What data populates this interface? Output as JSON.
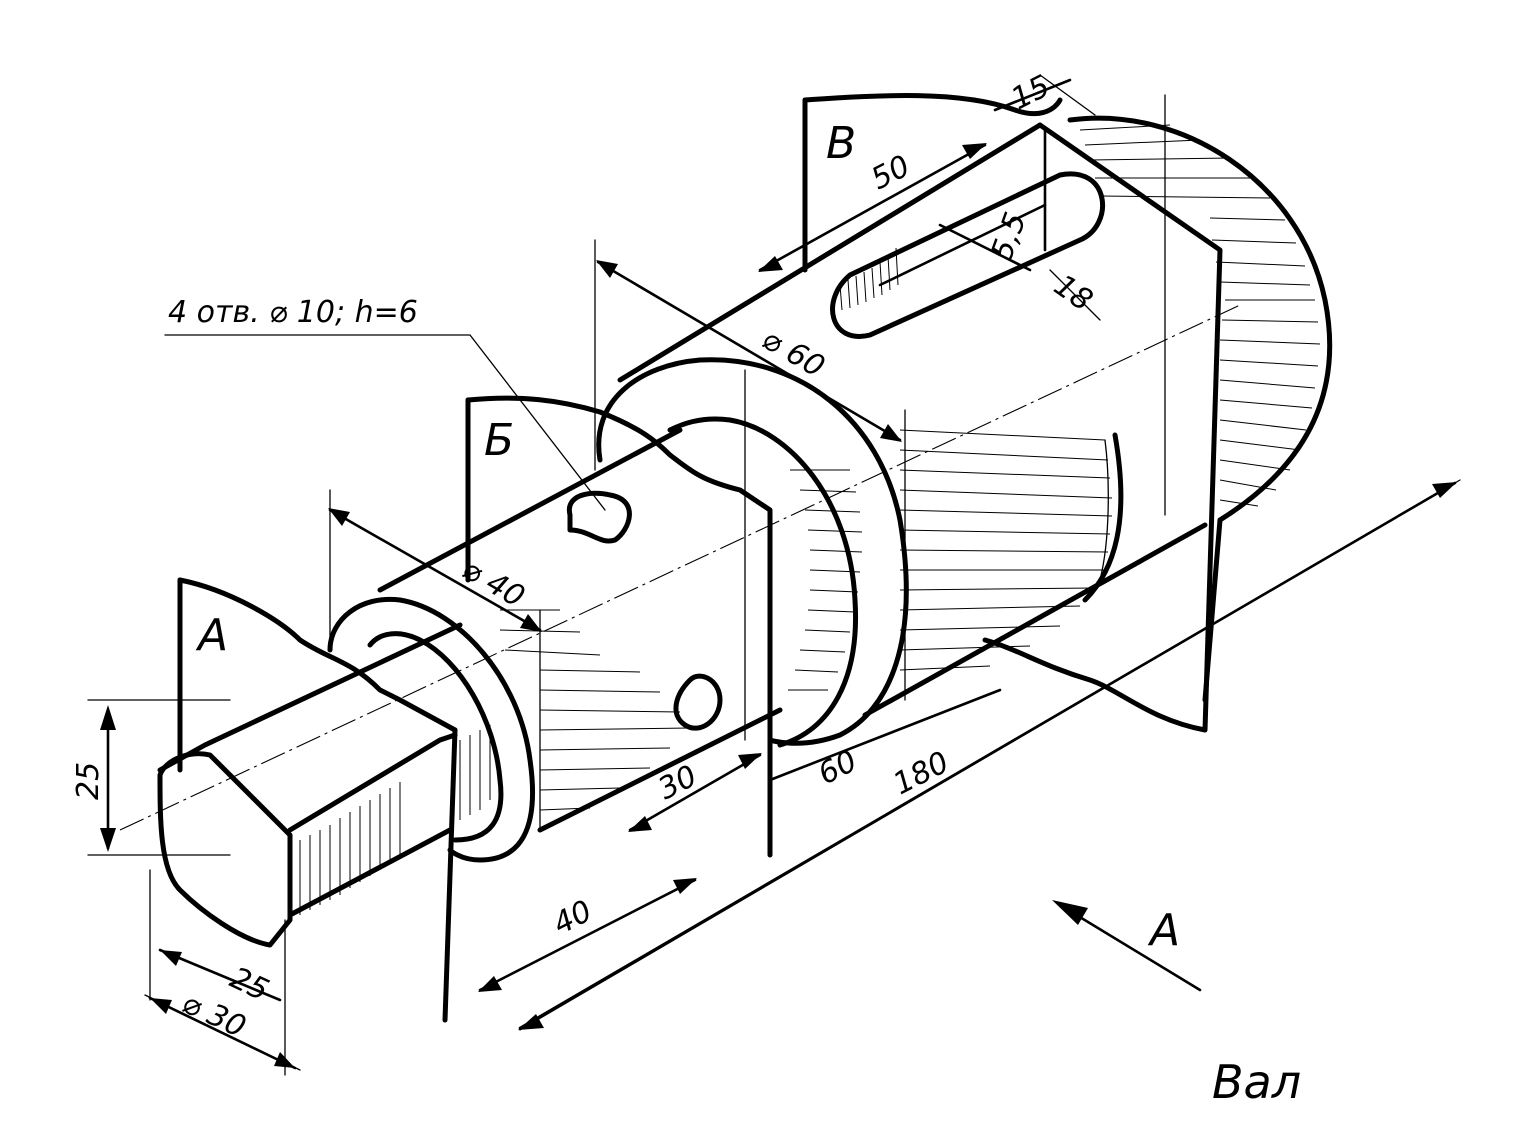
{
  "title": "Вал",
  "view_arrow_label": "А",
  "note": "4 отв. ⌀ 10; h=6",
  "section_planes": {
    "a": "А",
    "b": "Б",
    "v": "В"
  },
  "dimensions": {
    "square_height": "25",
    "square_width": "25",
    "dia_30": "⌀ 30",
    "dia_40": "⌀ 40",
    "dia_60": "⌀ 60",
    "len_40": "40",
    "len_30": "30",
    "len_60": "60",
    "len_180": "180",
    "slot_len": "50",
    "slot_offset": "15",
    "slot_depth": "5,5",
    "slot_width": "18"
  }
}
